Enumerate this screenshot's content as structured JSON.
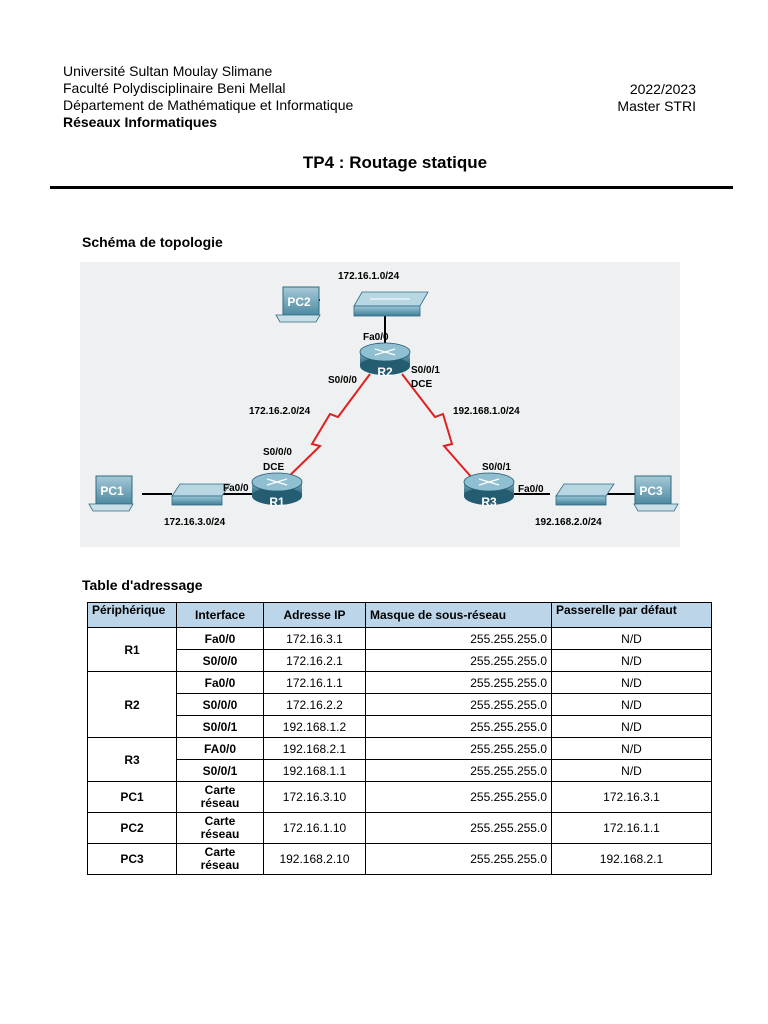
{
  "header": {
    "university": "Université Sultan Moulay Slimane",
    "faculty": "Faculté Polydisciplinaire Beni Mellal",
    "department": "Département de Mathématique et Informatique",
    "course": "Réseaux Informatiques",
    "year": "2022/2023",
    "program": "Master STRI"
  },
  "title": "TP4 : Routage statique",
  "topology": {
    "heading": "Schéma de topologie",
    "colors": {
      "router": "#2d6f85",
      "switch": "#4a8fa8",
      "serial": "#e02020",
      "link": "#000000",
      "pc_label": "#ffffff"
    },
    "devices": {
      "pc1": "PC1",
      "pc2": "PC2",
      "pc3": "PC3",
      "r1": "R1",
      "r2": "R2",
      "r3": "R3"
    },
    "labels": {
      "net_top": "172.16.1.0/24",
      "r2_fa": "Fa0/0",
      "r2_s000": "S0/0/0",
      "r2_s001": "S0/0/1",
      "r2_dce": "DCE",
      "link_left": "172.16.2.0/24",
      "link_right": "192.168.1.0/24",
      "r1_s000": "S0/0/0",
      "r1_dce": "DCE",
      "r1_fa": "Fa0/0",
      "r3_s001": "S0/0/1",
      "r3_fa": "Fa0/0",
      "net_left": "172.16.3.0/24",
      "net_right": "192.168.2.0/24"
    }
  },
  "table": {
    "heading": "Table d'adressage",
    "headers": {
      "device": "Périphérique",
      "interface": "Interface",
      "ip": "Adresse IP",
      "mask": "Masque de sous-réseau",
      "gateway": "Passerelle par défaut"
    },
    "rows": [
      {
        "device": "R1",
        "interface": "Fa0/0",
        "ip": "172.16.3.1",
        "mask": "255.255.255.0",
        "gateway": "N/D"
      },
      {
        "device": "R1",
        "interface": "S0/0/0",
        "ip": "172.16.2.1",
        "mask": "255.255.255.0",
        "gateway": "N/D"
      },
      {
        "device": "R2",
        "interface": "Fa0/0",
        "ip": "172.16.1.1",
        "mask": "255.255.255.0",
        "gateway": "N/D"
      },
      {
        "device": "R2",
        "interface": "S0/0/0",
        "ip": "172.16.2.2",
        "mask": "255.255.255.0",
        "gateway": "N/D"
      },
      {
        "device": "R2",
        "interface": "S0/0/1",
        "ip": "192.168.1.2",
        "mask": "255.255.255.0",
        "gateway": "N/D"
      },
      {
        "device": "R3",
        "interface": "FA0/0",
        "ip": "192.168.2.1",
        "mask": "255.255.255.0",
        "gateway": "N/D"
      },
      {
        "device": "R3",
        "interface": "S0/0/1",
        "ip": "192.168.1.1",
        "mask": "255.255.255.0",
        "gateway": "N/D"
      },
      {
        "device": "PC1",
        "interface": "Carte réseau",
        "interface_l1": "Carte",
        "interface_l2": "réseau",
        "ip": "172.16.3.10",
        "mask": "255.255.255.0",
        "gateway": "172.16.3.1"
      },
      {
        "device": "PC2",
        "interface": "Carte réseau",
        "interface_l1": "Carte",
        "interface_l2": "réseau",
        "ip": "172.16.1.10",
        "mask": "255.255.255.0",
        "gateway": "172.16.1.1"
      },
      {
        "device": "PC3",
        "interface": "Carte réseau",
        "interface_l1": "Carte",
        "interface_l2": "réseau",
        "ip": "192.168.2.10",
        "mask": "255.255.255.0",
        "gateway": "192.168.2.1"
      }
    ]
  }
}
